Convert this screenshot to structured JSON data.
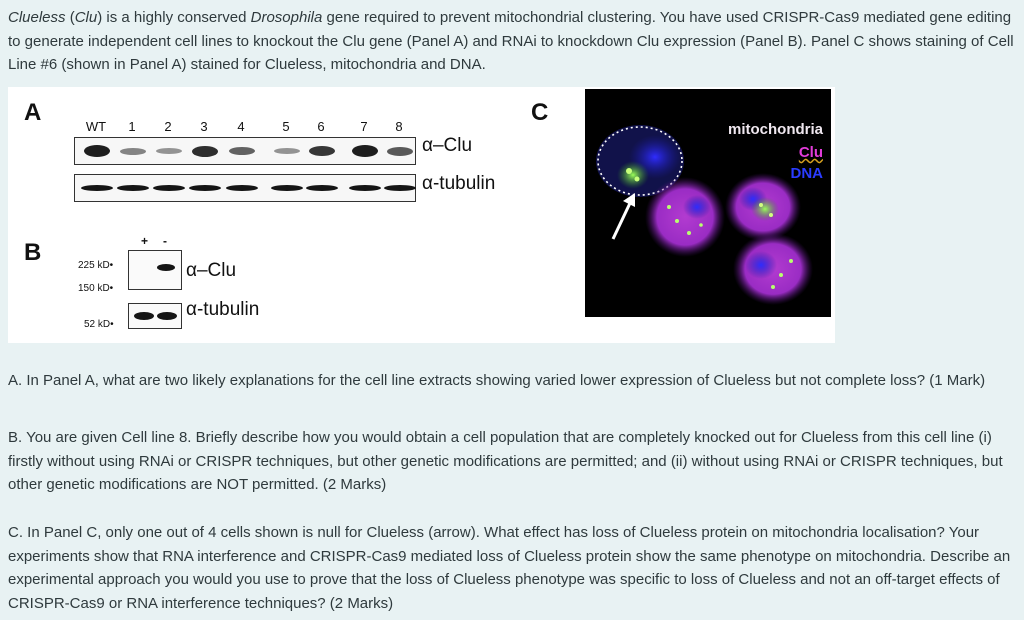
{
  "intro": {
    "gene_italic": "Clueless",
    "abbrev_open": " (",
    "abbrev_italic": "Clu",
    "text_1": ") is a highly conserved ",
    "species_italic": "Drosophila",
    "text_2": " gene required to prevent mitochondrial clustering. You have used CRISPR-Cas9 mediated gene editing to generate independent cell lines to knockout the Clu gene (Panel A) and RNAi to knockdown Clu expression (Panel B).  Panel C shows staining of Cell Line #6 (shown in Panel A) stained for Clueless, mitochondria and DNA."
  },
  "figure": {
    "panel_a": {
      "letter": "A",
      "lanes": [
        "WT",
        "1",
        "2",
        "3",
        "4",
        "5",
        "6",
        "7",
        "8"
      ],
      "label_clu": "α–Clu",
      "label_tubulin": "α-tubulin",
      "clu_band_strength": [
        0.95,
        0.35,
        0.25,
        0.85,
        0.55,
        0.25,
        0.8,
        0.95,
        0.6
      ]
    },
    "panel_b": {
      "letter": "B",
      "plus": "+",
      "minus": "-",
      "kd_225": "225 kD•",
      "kd_150": "150 kD•",
      "kd_52": "52 kD•",
      "label_clu": "α–Clu",
      "label_tubulin": "α-tubulin"
    },
    "panel_c": {
      "letter": "C",
      "legend_mito": "mitochondria",
      "legend_clu": "Clu",
      "legend_dna": "DNA",
      "color_mito": "#f0e8f0",
      "color_clu": "#e23cd9",
      "color_dna": "#2a3cff"
    }
  },
  "questions": {
    "a": "A. In Panel A, what are two likely explanations for the cell line extracts showing varied lower expression of Clueless but not complete loss? (1 Mark)",
    "b": "B. You are given Cell line 8. Briefly describe how you would obtain a cell population that are completely knocked out for Clueless from this cell line (i) firstly without using RNAi or CRISPR techniques, but other genetic modifications are permitted; and (ii) without using RNAi or CRISPR techniques, but other genetic modifications are NOT permitted. (2 Marks)",
    "c": "C. In Panel C, only one out of 4 cells shown is null for Clueless (arrow). What effect has loss of Clueless protein on mitochondria localisation? Your experiments show that RNA interference and CRISPR-Cas9 mediated loss of Clueless protein show the same phenotype on mitochondria. Describe an experimental approach you would you use to prove that the loss of Clueless phenotype was specific to loss of Clueless and not an off-target effects of CRISPR-Cas9 or RNA interference techniques? (2 Marks)"
  }
}
